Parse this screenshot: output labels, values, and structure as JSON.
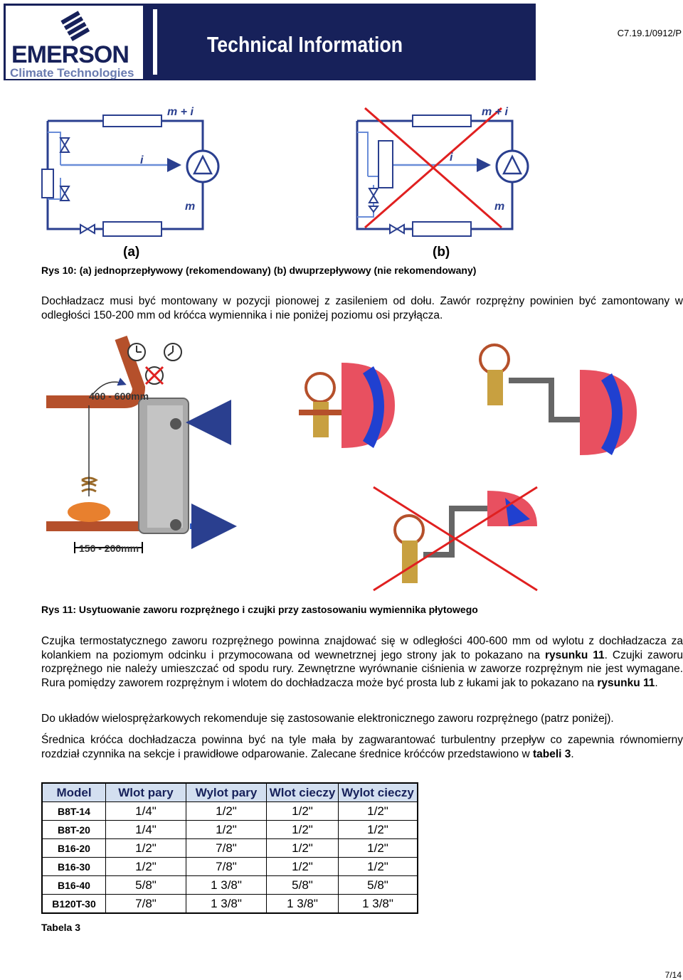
{
  "header": {
    "brand": "EMERSON",
    "brand_sub": "Climate Technologies",
    "title": "Technical Information",
    "doc_code": "C7.19.1/0912/P",
    "colors": {
      "navy": "#17215a",
      "accent": "#6a7bb0"
    }
  },
  "fig10": {
    "label_a": "(a)",
    "label_b": "(b)",
    "flow_top": "m + i",
    "flow_mid": "i",
    "flow_bottom": "m",
    "caption": "Rys 10: (a) jednoprzepływowy (rekomendowany) (b) dwuprzepływowy (nie rekomendowany)"
  },
  "para1": "Dochładzacz musi być montowany w pozycji pionowej z zasileniem od dołu. Zawór rozprężny powinien być zamontowany w odległości 150-200 mm od króćca wymiennika i nie poniżej poziomu osi przyłącza.",
  "fig11": {
    "dim_top": "400 - 600mm",
    "dim_bottom": "150 - 200mm",
    "caption": "Rys 11: Usytuowanie zaworu rozprężnego i czujki przy zastosowaniu wymiennika płytowego"
  },
  "para2": {
    "t1": "Czujka termostatycznego zaworu rozprężnego powinna znajdować się w odległości 400-600 mm od wylotu z dochładzacza za kolankiem na poziomym odcinku i przymocowana od wewnetrznej jego strony jak to pokazano na ",
    "b1": "rysunku 11",
    "t2": ". Czujki zaworu rozprężnego nie należy umieszczać od spodu rury. Zewnętrzne wyrównanie ciśnienia w zaworze rozprężnym nie jest wymagane. Rura pomiędzy zaworem rozprężnym i wlotem do dochładzacza może być prosta lub z łukami jak to pokazano na ",
    "b2": "rysunku 11",
    "t3": "."
  },
  "para3": "Do układów wielosprężarkowych rekomenduje się zastosowanie elektronicznego zaworu rozprężnego (patrz poniżej).",
  "para4": {
    "t1": "Średnica króćca dochładzacza powinna być na tyle mała by zagwarantować turbulentny przepływ co zapewnia równomierny rozdział czynnika na sekcje i prawidłowe odparowanie. Zalecane średnice króćców przedstawiono w ",
    "b1": "tabeli 3",
    "t2": "."
  },
  "table3": {
    "headers": [
      "Model",
      "Wlot pary",
      "Wylot pary",
      "Wlot cieczy",
      "Wylot cieczy"
    ],
    "rows": [
      [
        "B8T-14",
        "1/4\"",
        "1/2\"",
        "1/2\"",
        "1/2\""
      ],
      [
        "B8T-20",
        "1/4\"",
        "1/2\"",
        "1/2\"",
        "1/2\""
      ],
      [
        "B16-20",
        "1/2\"",
        "7/8\"",
        "1/2\"",
        "1/2\""
      ],
      [
        "B16-30",
        "1/2\"",
        "7/8\"",
        "1/2\"",
        "1/2\""
      ],
      [
        "B16-40",
        "5/8\"",
        "1 3/8\"",
        "5/8\"",
        "5/8\""
      ],
      [
        "B120T-30",
        "7/8\"",
        "1 3/8\"",
        "1 3/8\"",
        "1 3/8\""
      ]
    ],
    "caption": "Tabela 3"
  },
  "page": "7/14"
}
